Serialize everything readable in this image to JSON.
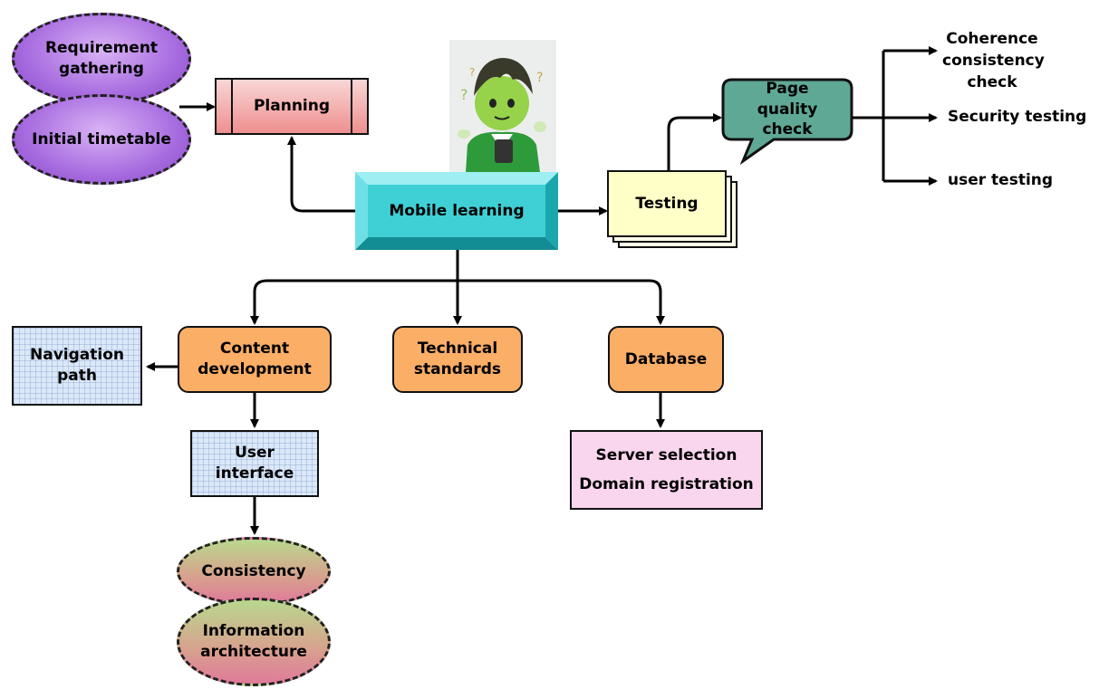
{
  "center": "Mobile learning",
  "planning": {
    "label": "Planning",
    "inputs": [
      "Requirement gathering",
      "Initial timetable"
    ]
  },
  "testing": {
    "label": "Testing",
    "quality": "Page quality check",
    "checks": [
      "Coherence consistency check",
      "Security testing",
      "user testing"
    ]
  },
  "branches": {
    "content": "Content development",
    "navigation": "Navigation path",
    "user_interface": "User interface",
    "consistency": "Consistency",
    "info_arch": "Information architecture",
    "technical": "Technical standards",
    "database": "Database",
    "server": "Server selection",
    "domain": "Domain registration"
  },
  "colors": {
    "center": "#3fd0d6",
    "planning": "#ee8f8f",
    "branch": "#fbae66",
    "quality": "#5fa896",
    "testing": "#ffffc8"
  }
}
